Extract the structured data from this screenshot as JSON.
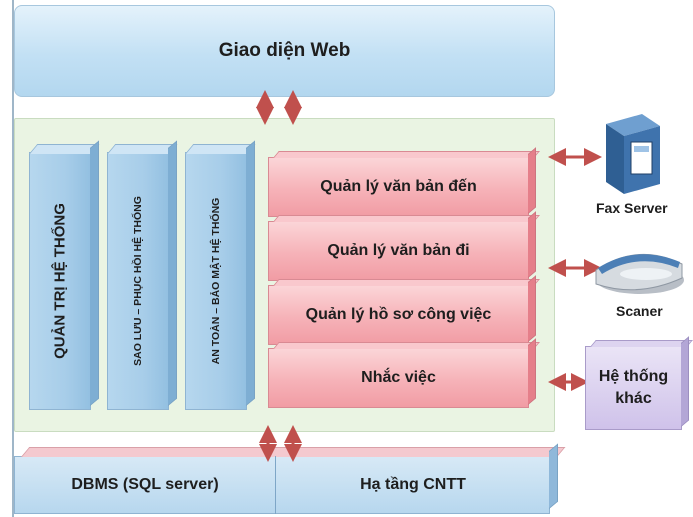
{
  "top_layer": {
    "label": "Giao diện Web"
  },
  "admin_columns": [
    {
      "label": "QUẢN TRỊ HỆ THỐNG"
    },
    {
      "label": "SAO LƯU – PHỤC HỒI HỆ THỐNG"
    },
    {
      "label": "AN TOÀN – BẢO MẬT HỆ THỐNG"
    }
  ],
  "modules": [
    {
      "label": "Quản lý văn bản đến"
    },
    {
      "label": "Quản lý văn bản đi"
    },
    {
      "label": "Quản lý hồ sơ công việc"
    },
    {
      "label": "Nhắc việc"
    }
  ],
  "bottom_layer": {
    "database": "DBMS (SQL server)",
    "infrastructure": "Hạ tầng CNTT"
  },
  "external_systems": {
    "fax": {
      "label": "Fax Server",
      "icon": "fax-server-icon"
    },
    "scanner": {
      "label": "Scaner",
      "icon": "scanner-icon"
    },
    "other": {
      "line1": "Hệ thống",
      "line2": "khác"
    }
  },
  "colors": {
    "arrow": "#c0504d",
    "web_layer": "#c2e0f4",
    "main_panel": "#eaf4e3",
    "module": "#f6b2b8",
    "column": "#a7cde9",
    "other_system": "#cfc2ea"
  }
}
